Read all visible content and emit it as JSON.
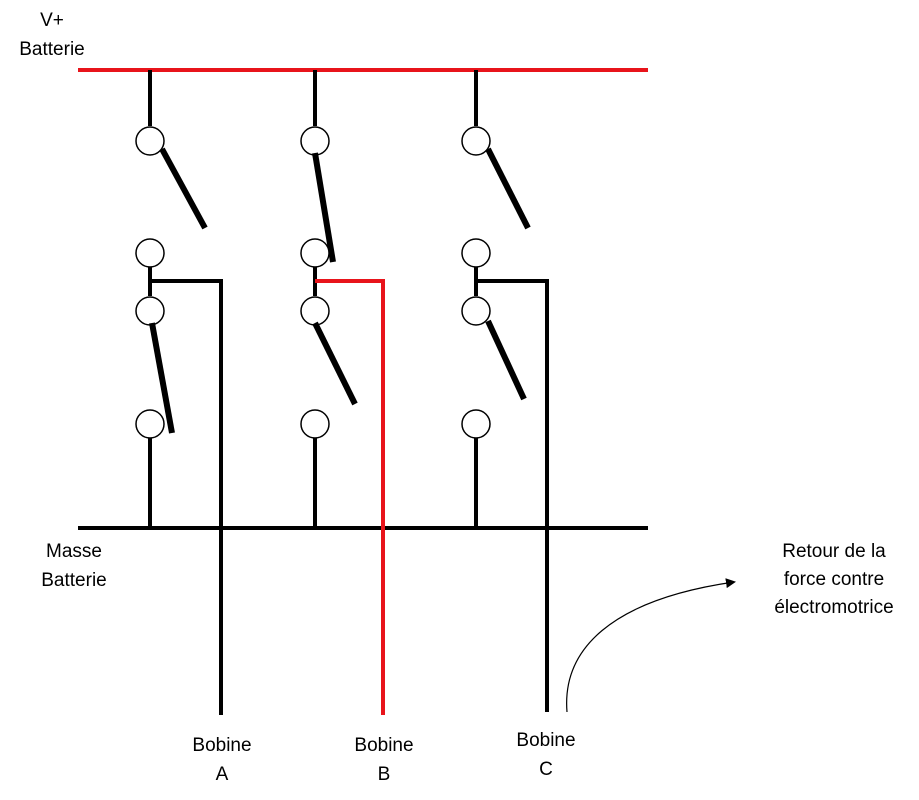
{
  "labels": {
    "vplus_line1": "V+",
    "vplus_line2": "Batterie",
    "ground_line1": "Masse",
    "ground_line2": "Batterie",
    "coil_a_line1": "Bobine",
    "coil_a_line2": "A",
    "coil_b_line1": "Bobine",
    "coil_b_line2": "B",
    "coil_c_line1": "Bobine",
    "coil_c_line2": "C",
    "emf_line1": "Retour de la",
    "emf_line2": "force contre",
    "emf_line3": "électromotrice"
  },
  "colors": {
    "active_path": "#e8141b",
    "wire": "#000000"
  }
}
